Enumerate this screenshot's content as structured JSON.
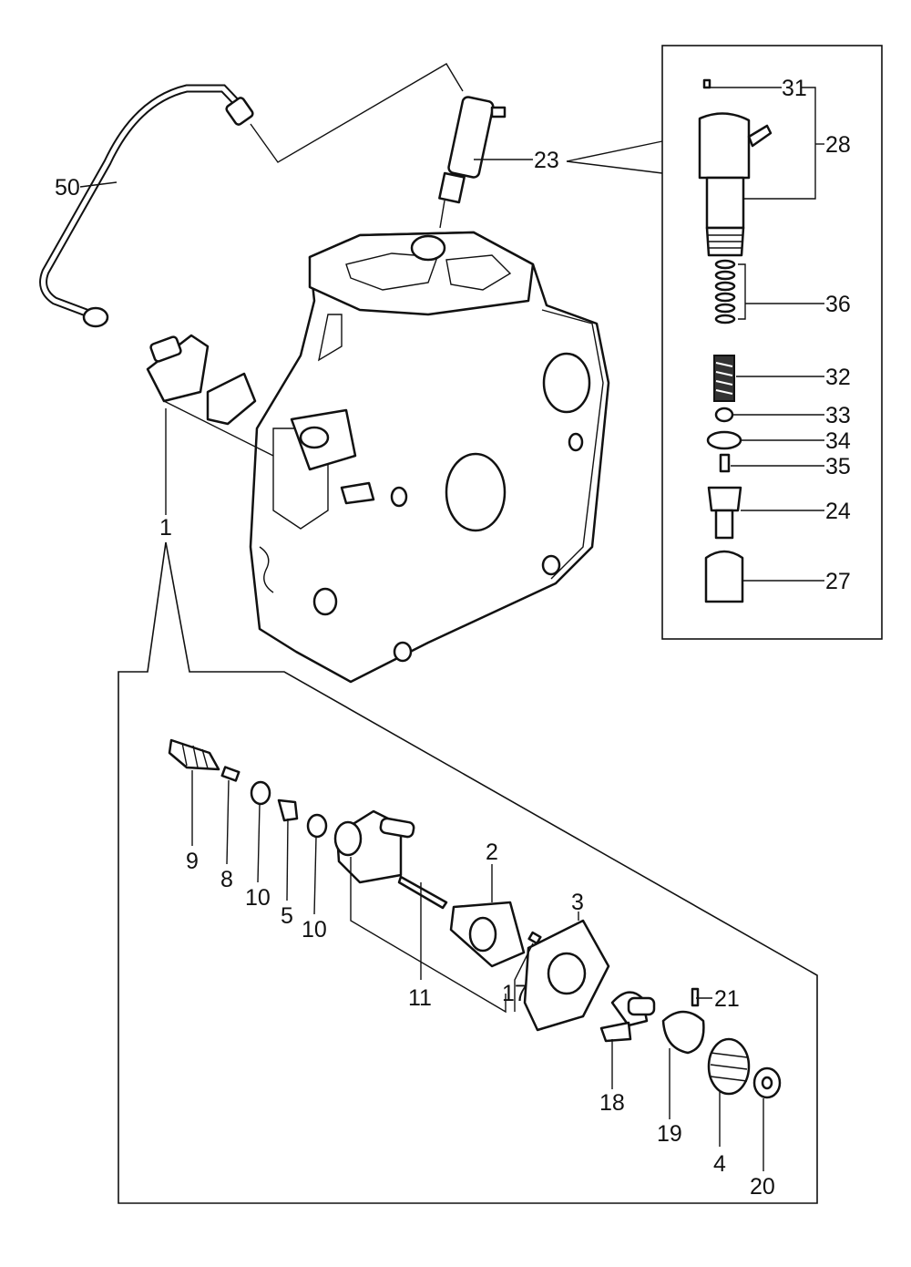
{
  "diagram": {
    "labels": {
      "l1": "1",
      "l2": "2",
      "l3": "3",
      "l4": "4",
      "l5": "5",
      "l8": "8",
      "l9": "9",
      "l10a": "10",
      "l10b": "10",
      "l11": "11",
      "l17": "17",
      "l18": "18",
      "l19": "19",
      "l20": "20",
      "l21": "21",
      "l23": "23",
      "l24": "24",
      "l27": "27",
      "l28": "28",
      "l31": "31",
      "l32": "32",
      "l33": "33",
      "l34": "34",
      "l35": "35",
      "l36": "36",
      "l50": "50"
    }
  }
}
